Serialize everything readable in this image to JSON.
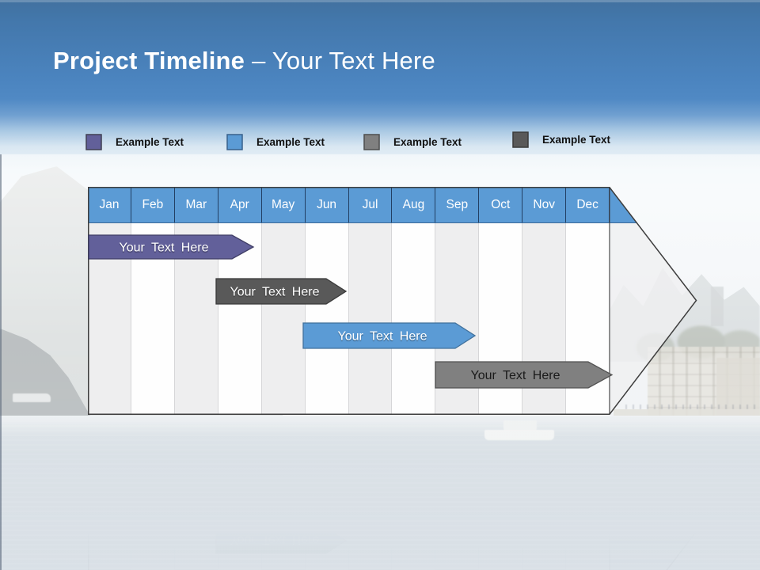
{
  "title": {
    "bold": "Project Timeline",
    "regular": "– Your Text Here"
  },
  "legend": {
    "items": [
      {
        "label": "Example Text",
        "color": "#62609a"
      },
      {
        "label": "Example Text",
        "color": "#5b9bd5"
      },
      {
        "label": "Example Text",
        "color": "#808080"
      },
      {
        "label": "Example Text",
        "color": "#595959"
      }
    ]
  },
  "timeline": {
    "months": [
      "Jan",
      "Feb",
      "Mar",
      "Apr",
      "May",
      "Jun",
      "Jul",
      "Aug",
      "Sep",
      "Oct",
      "Nov",
      "Dec"
    ],
    "bars": [
      {
        "row": 1,
        "label": "Your Text Here",
        "start": "Jan",
        "end": "Apr",
        "color": "#62609a",
        "border": "#403e66",
        "text_color": "#ffffff"
      },
      {
        "row": 2,
        "label": "Your Text Here",
        "start": "Apr",
        "end": "Jun",
        "color": "#595959",
        "border": "#3a3a3a",
        "text_color": "#ffffff"
      },
      {
        "row": 3,
        "label": "Your Text Here",
        "start": "Jun",
        "end": "Sep",
        "color": "#5b9bd5",
        "border": "#41719c",
        "text_color": "#ffffff"
      },
      {
        "row": 4,
        "label": "Your Text Here",
        "start": "Sep",
        "end": "Dec",
        "color": "#808080",
        "border": "#525252",
        "text_color": "#1a1a1a"
      }
    ],
    "colors": {
      "header_blue": "#5b9bd5",
      "header_divider": "#223f63",
      "outline": "#3d3d3d",
      "column_gray": "#eeeeef",
      "column_white": "#fefefe"
    }
  }
}
